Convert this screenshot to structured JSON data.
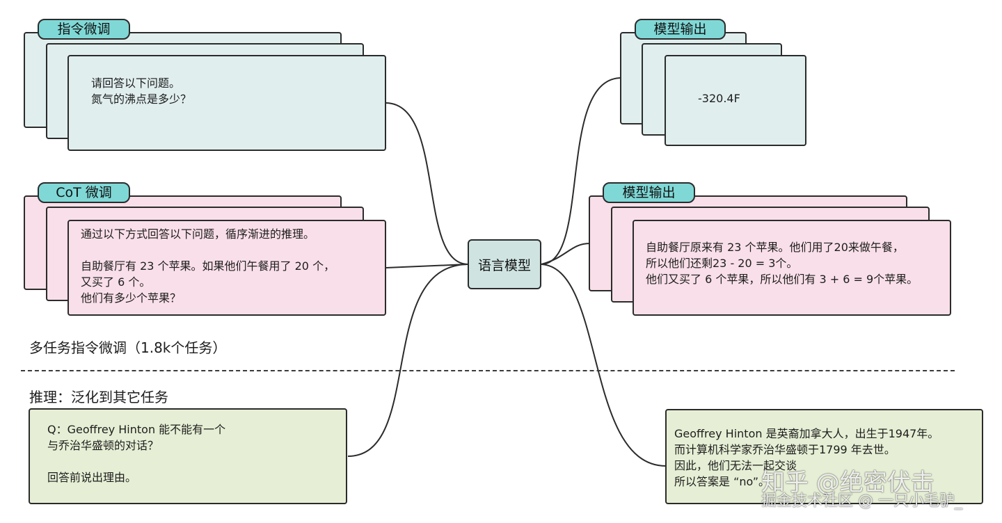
{
  "center_node": {
    "label": "语言模型"
  },
  "top_section": {
    "caption": "多任务指令微调（1.8k个任务）"
  },
  "bottom_section": {
    "caption": "推理：泛化到其它任务"
  },
  "instruction_tuning": {
    "tag": "指令微调",
    "text": "请回答以下问题。\n氮气的沸点是多少？"
  },
  "output_1": {
    "tag": "模型输出",
    "text": "-320.4F"
  },
  "cot_tuning": {
    "tag": "CoT 微调",
    "text": "通过以下方式回答以下问题，循序渐进的推理。\n\n自助餐厅有 23 个苹果。如果他们午餐用了 20 个，\n又买了 6 个。\n他们有多少个苹果？"
  },
  "output_2": {
    "tag": "模型输出",
    "text": "自助餐厅原来有 23 个苹果。他们用了20来做午餐，\n所以他们还剩23 - 20 = 3个。\n他们又买了 6 个苹果，所以他们有 3 + 6 = 9个苹果。"
  },
  "inference_question": {
    "text": "Q：Geoffrey Hinton 能不能有一个\n与乔治华盛顿的对话？\n\n回答前说出理由。"
  },
  "inference_answer": {
    "text": "Geoffrey Hinton 是英裔加拿大人，出生于1947年。\n而计算机科学家乔治华盛顿于1799 年去世。\n因此，他们无法一起交谈\n所以答案是 “no”。"
  },
  "watermarks": {
    "line1": "知乎 @绝密伏击",
    "line2": "掘金技术社区 @ 一只小毛驴_"
  }
}
